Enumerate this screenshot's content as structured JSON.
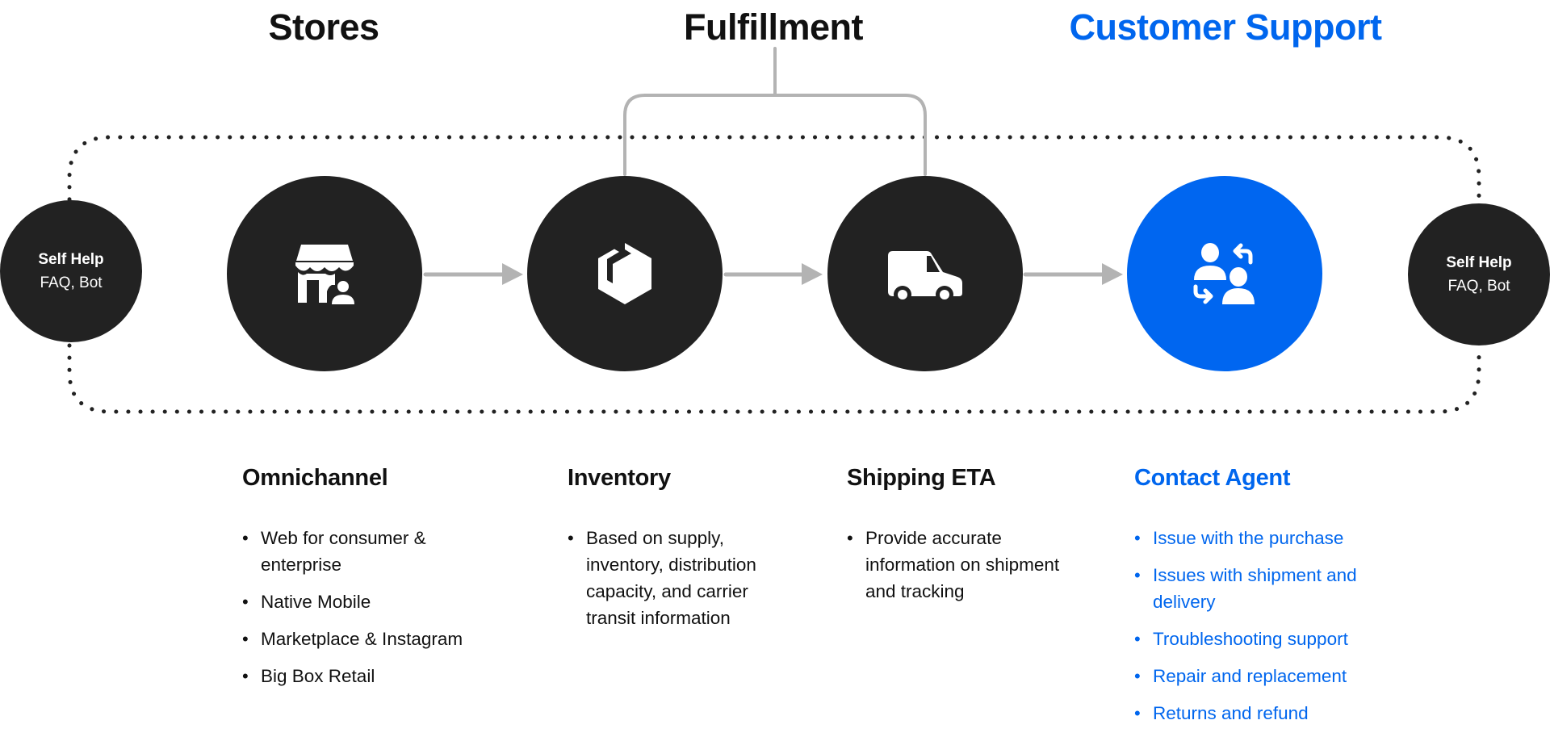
{
  "colors": {
    "accent": "#0066EE",
    "node_dark": "#222222",
    "connector": "#B3B3B3",
    "dotted_loop": "#222222",
    "text": "#111111"
  },
  "titles": {
    "stores": "Stores",
    "fulfillment": "Fulfillment",
    "customer_support": "Customer Support"
  },
  "nodes": {
    "self_help_left": {
      "title": "Self Help",
      "subtitle": "FAQ, Bot"
    },
    "stores": {
      "icon": "storefront-icon"
    },
    "inventory": {
      "icon": "package-box-icon"
    },
    "shipping": {
      "icon": "delivery-van-icon"
    },
    "contact_agent": {
      "icon": "user-swap-icon"
    },
    "self_help_right": {
      "title": "Self Help",
      "subtitle": "FAQ, Bot"
    }
  },
  "flow": [
    "Stores",
    "Inventory",
    "Shipping ETA",
    "Contact Agent"
  ],
  "columns": {
    "omnichannel": {
      "heading": "Omnichannel",
      "items": [
        "Web for consumer & enterprise",
        "Native Mobile",
        "Marketplace & Instagram",
        "Big Box Retail"
      ]
    },
    "inventory": {
      "heading": "Inventory",
      "items": [
        "Based on supply, inventory, distribution capacity, and carrier transit information"
      ]
    },
    "shipping": {
      "heading": "Shipping ETA",
      "items": [
        "Provide accurate information on shipment and tracking"
      ]
    },
    "contact_agent": {
      "heading": "Contact Agent",
      "items": [
        "Issue with the purchase",
        "Issues with shipment and delivery",
        "Troubleshooting support",
        "Repair and replacement",
        "Returns and refund"
      ]
    }
  },
  "bullet_glyph": "•"
}
